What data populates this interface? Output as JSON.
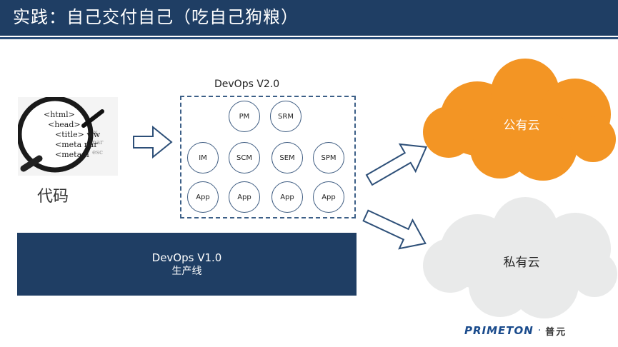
{
  "header": {
    "title": "实践：自己交付自己（吃自己狗粮）"
  },
  "code": {
    "label": "代码",
    "snippet": [
      "<html>",
      "<head>",
      "<title> ww",
      "<meta nar",
      "<meta n"
    ]
  },
  "devops_v2": {
    "title": "DevOps V2.0",
    "modules": [
      "PM",
      "SRM",
      "IM",
      "SCM",
      "SEM",
      "SPM",
      "App",
      "App",
      "App",
      "App"
    ]
  },
  "devops_v1": {
    "title": "DevOps V1.0",
    "subtitle": "生产线"
  },
  "clouds": {
    "public": {
      "label": "公有云",
      "color": "#f39524"
    },
    "private": {
      "label": "私有云",
      "color": "#e9eaea"
    }
  },
  "logo": {
    "brand": "PRIMETON",
    "sep": "·",
    "cn": "普元"
  }
}
